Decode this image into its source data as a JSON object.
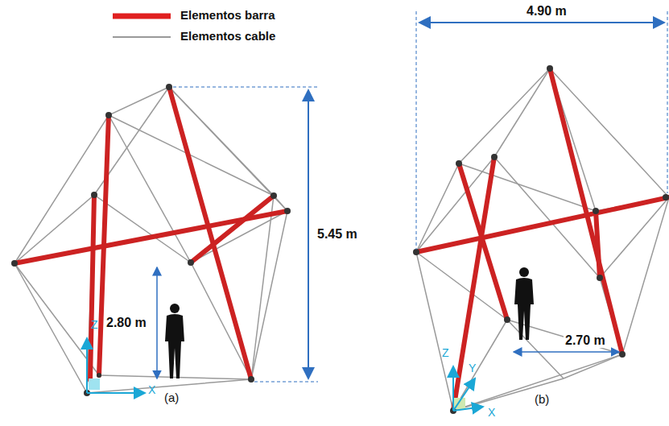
{
  "diagram": {
    "labels": [
      "5.45 m",
      "2.80 m",
      "Z",
      "X",
      "(a)",
      "4.90 m",
      "2.70 m",
      "Z",
      "Y",
      "X",
      "(b)"
    ],
    "legend": [
      {
        "text": "Elementos barra"
      },
      {
        "text": "Elementos cable"
      }
    ]
  }
}
